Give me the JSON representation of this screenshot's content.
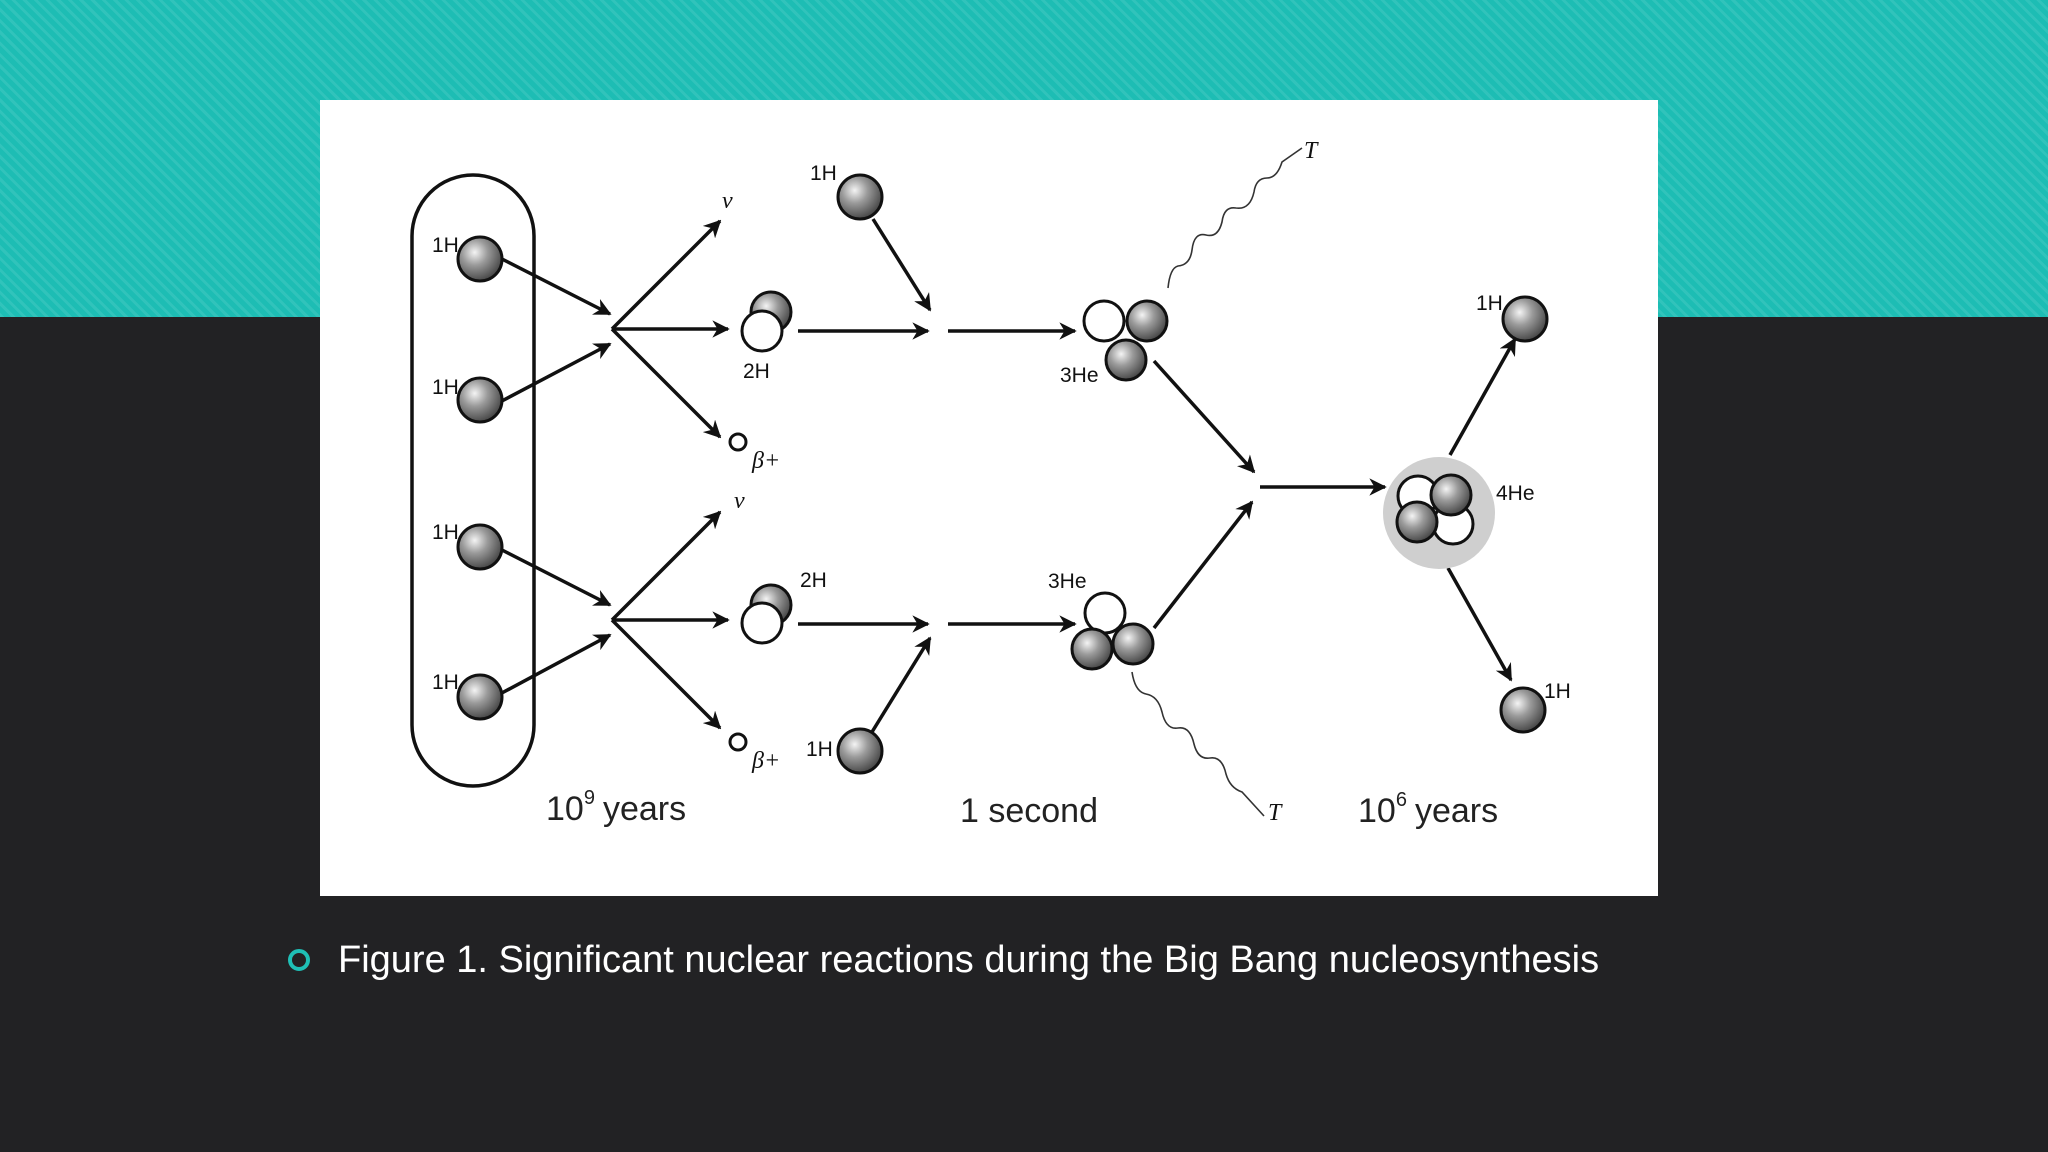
{
  "diagram": {
    "labels": {
      "h1": "1H",
      "h2": "2H",
      "he3": "3He",
      "he4": "4He",
      "nu": "v",
      "beta": "β+",
      "gamma": "T"
    },
    "timescales": {
      "t1_base": "10",
      "t1_exp": "9",
      "t1_unit": "years",
      "t2": "1 second",
      "t3_base": "10",
      "t3_exp": "6",
      "t3_unit": "years"
    }
  },
  "caption": {
    "text": "Figure 1. Significant nuclear reactions during the Big Bang nucleosynthesis"
  },
  "colors": {
    "accent": "#1dbdb4",
    "background": "#222224"
  }
}
